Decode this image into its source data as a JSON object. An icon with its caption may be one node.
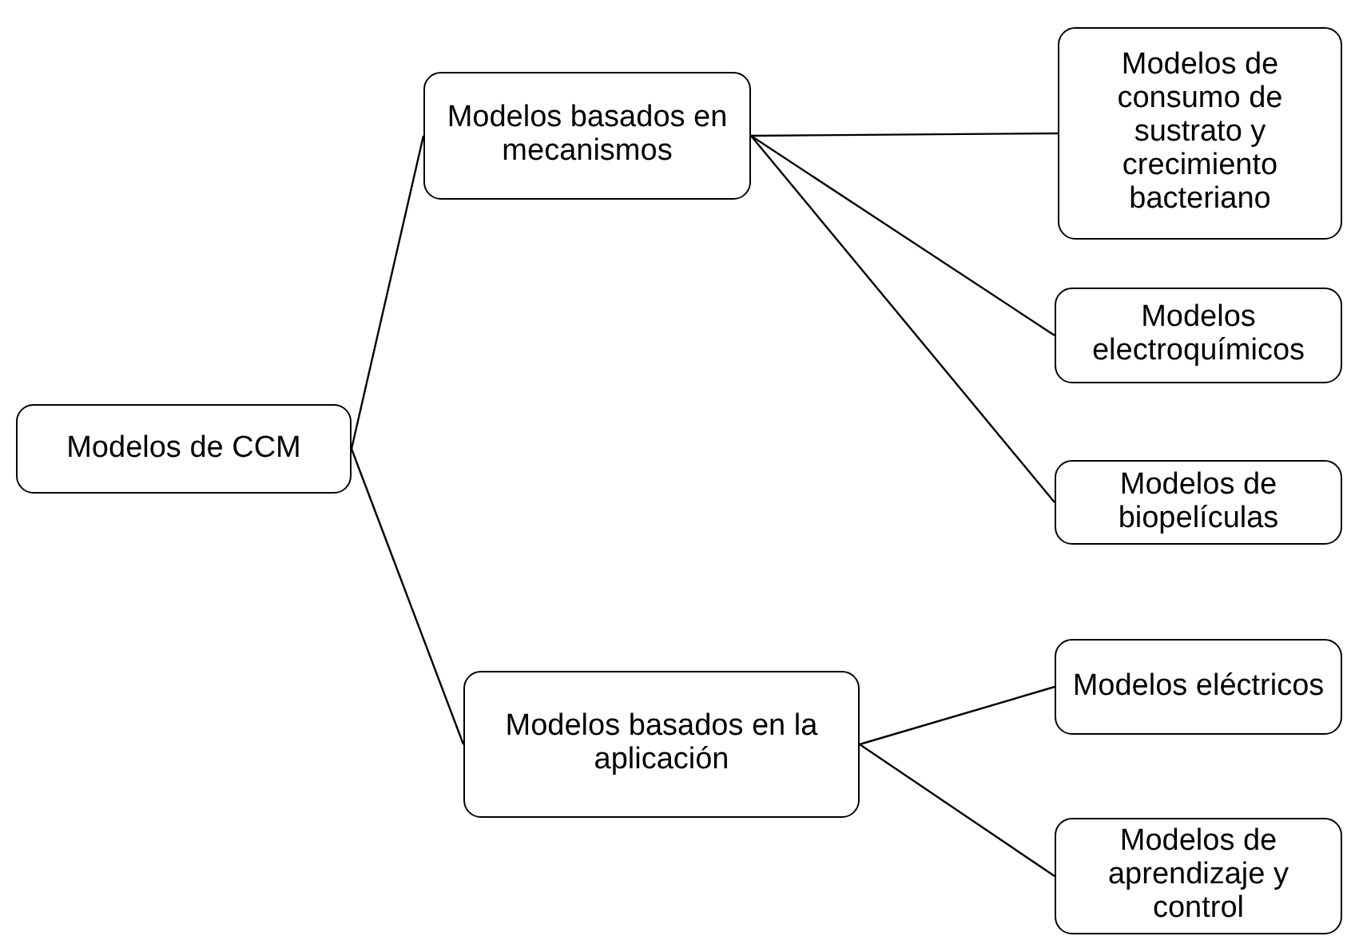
{
  "diagram": {
    "nodes": [
      {
        "text": [
          "Modelos de CCM"
        ]
      },
      {
        "text": [
          "Modelos basados en mecanismos"
        ]
      },
      {
        "text": [
          "Modelos de consumo de sustrato y crecimiento bacteriano"
        ]
      },
      {
        "text": [
          "Modelos electroquímicos"
        ]
      },
      {
        "text": [
          "Modelos de biopelículas"
        ]
      },
      {
        "text": [
          "Modelos basados en la aplicación"
        ]
      },
      {
        "text": [
          "Modelos eléctricos"
        ]
      },
      {
        "text": [
          "Modelos de aprendizaje y control"
        ]
      }
    ],
    "edges": [
      {
        "from": 0,
        "to": 1,
        "arrow": "none"
      },
      {
        "from": 0,
        "to": 5,
        "arrow": "none"
      },
      {
        "from": 1,
        "to": 2,
        "arrow": "none"
      },
      {
        "from": 1,
        "to": 3,
        "arrow": "none"
      },
      {
        "from": 1,
        "to": 4,
        "arrow": "none"
      },
      {
        "from": 5,
        "to": 6,
        "arrow": "none"
      },
      {
        "from": 5,
        "to": 7,
        "arrow": "none"
      }
    ]
  }
}
